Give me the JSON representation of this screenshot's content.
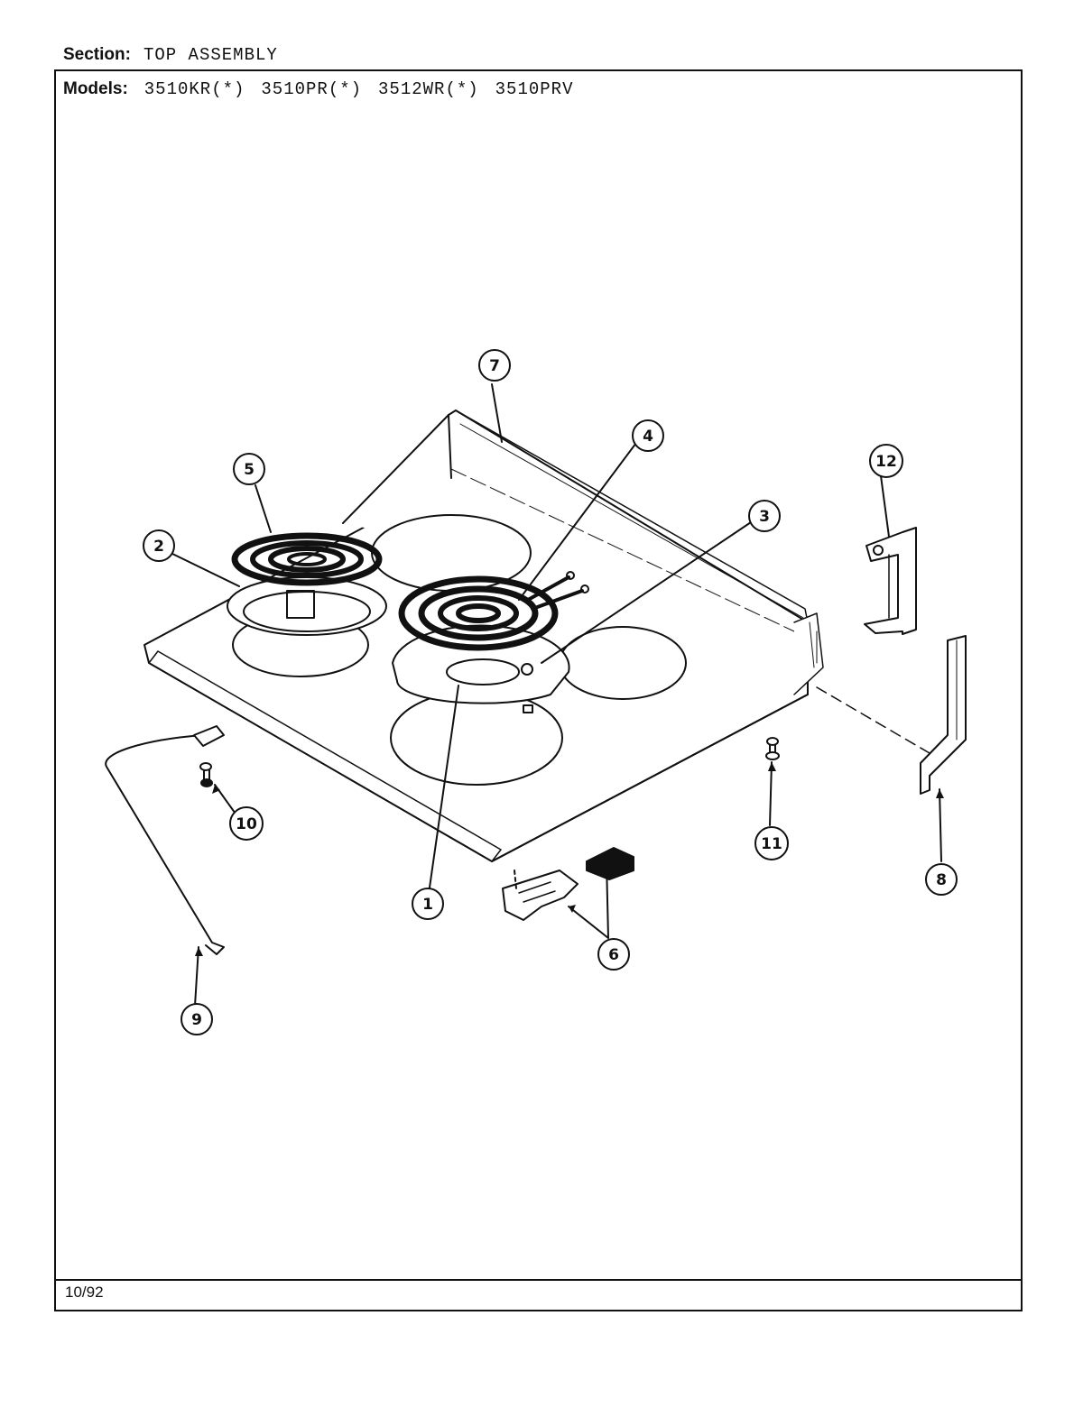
{
  "header": {
    "section_label": "Section:",
    "section_value": "TOP ASSEMBLY",
    "models_label": "Models:",
    "models": [
      "3510KR(*)",
      "3510PR(*)",
      "3512WR(*)",
      "3510PRV"
    ]
  },
  "footer": {
    "date": "10/92"
  },
  "callouts": [
    "1",
    "2",
    "3",
    "4",
    "5",
    "6",
    "7",
    "8",
    "9",
    "10",
    "11",
    "12"
  ]
}
